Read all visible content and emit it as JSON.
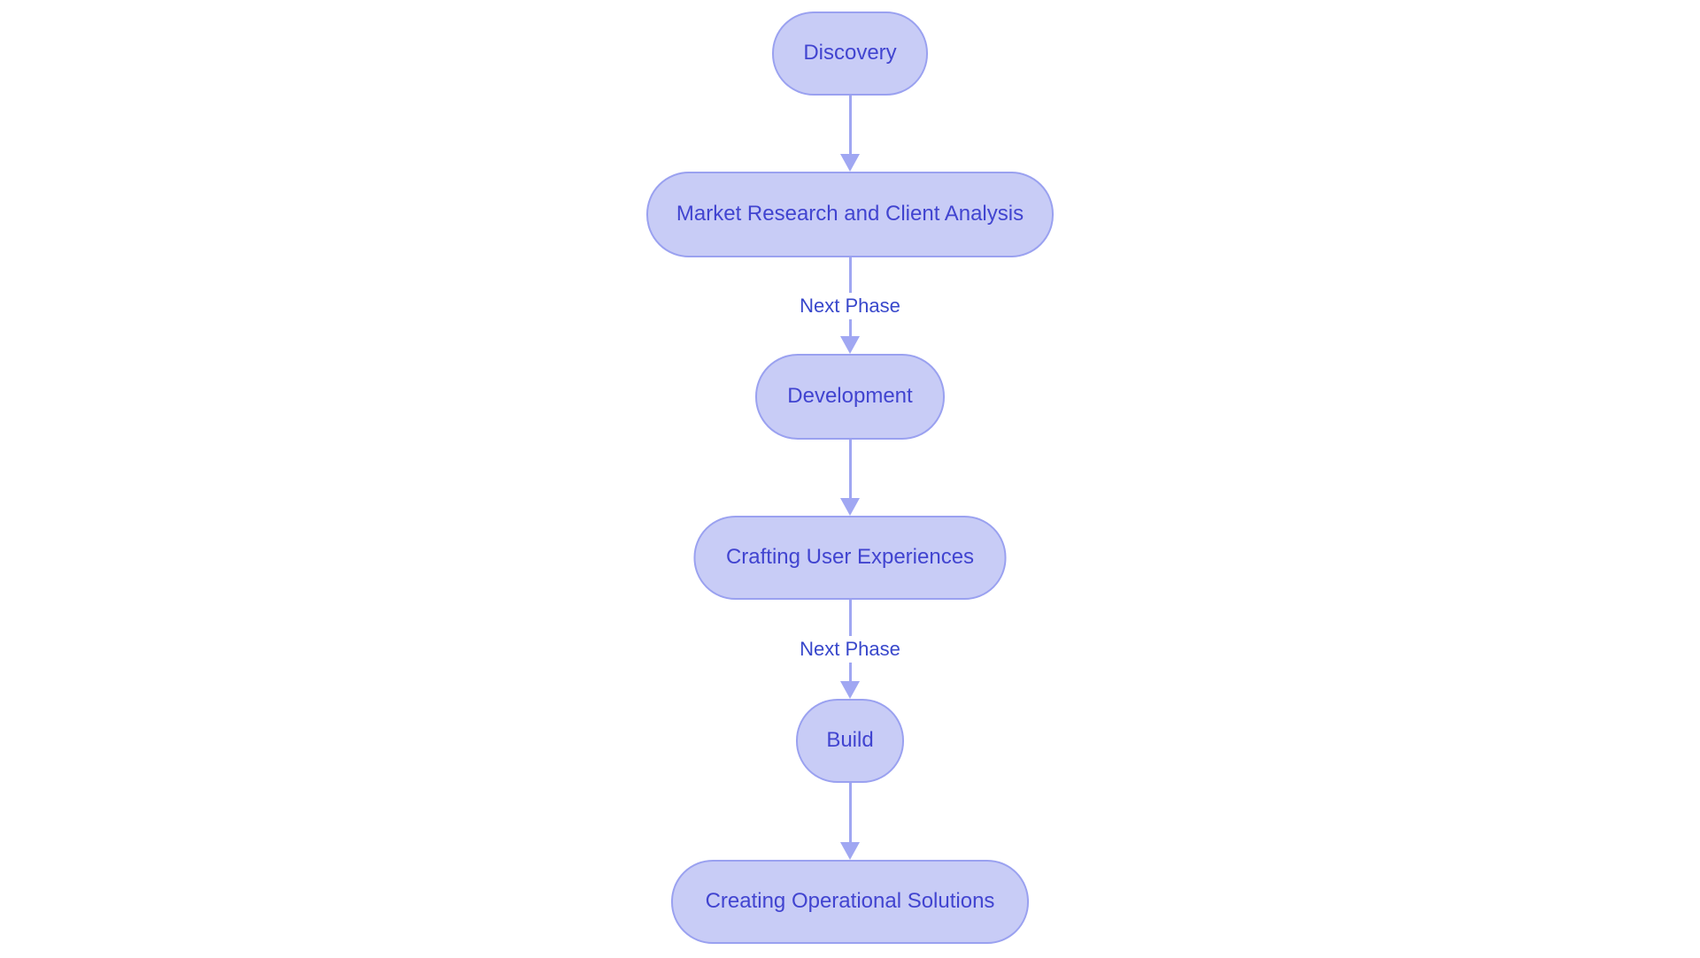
{
  "diagram": {
    "type": "flowchart",
    "direction": "top-down",
    "colors": {
      "background": "#ffffff",
      "node-fill": "#c8ccf6",
      "node-border": "#9aa1f0",
      "node-text": "#4144d0",
      "edge": "#a0a7f2",
      "edge-label": "#3847cb"
    },
    "nodes": [
      {
        "id": "discovery",
        "label": "Discovery",
        "shape": "stadium"
      },
      {
        "id": "market-research",
        "label": "Market Research and Client Analysis",
        "shape": "stadium"
      },
      {
        "id": "development",
        "label": "Development",
        "shape": "stadium"
      },
      {
        "id": "crafting-ux",
        "label": "Crafting User Experiences",
        "shape": "stadium"
      },
      {
        "id": "build",
        "label": "Build",
        "shape": "stadium"
      },
      {
        "id": "operational-solutions",
        "label": "Creating Operational Solutions",
        "shape": "stadium"
      }
    ],
    "edges": [
      {
        "from": "discovery",
        "to": "market-research",
        "label": ""
      },
      {
        "from": "market-research",
        "to": "development",
        "label": "Next Phase"
      },
      {
        "from": "development",
        "to": "crafting-ux",
        "label": ""
      },
      {
        "from": "crafting-ux",
        "to": "build",
        "label": "Next Phase"
      },
      {
        "from": "build",
        "to": "operational-solutions",
        "label": ""
      }
    ]
  }
}
